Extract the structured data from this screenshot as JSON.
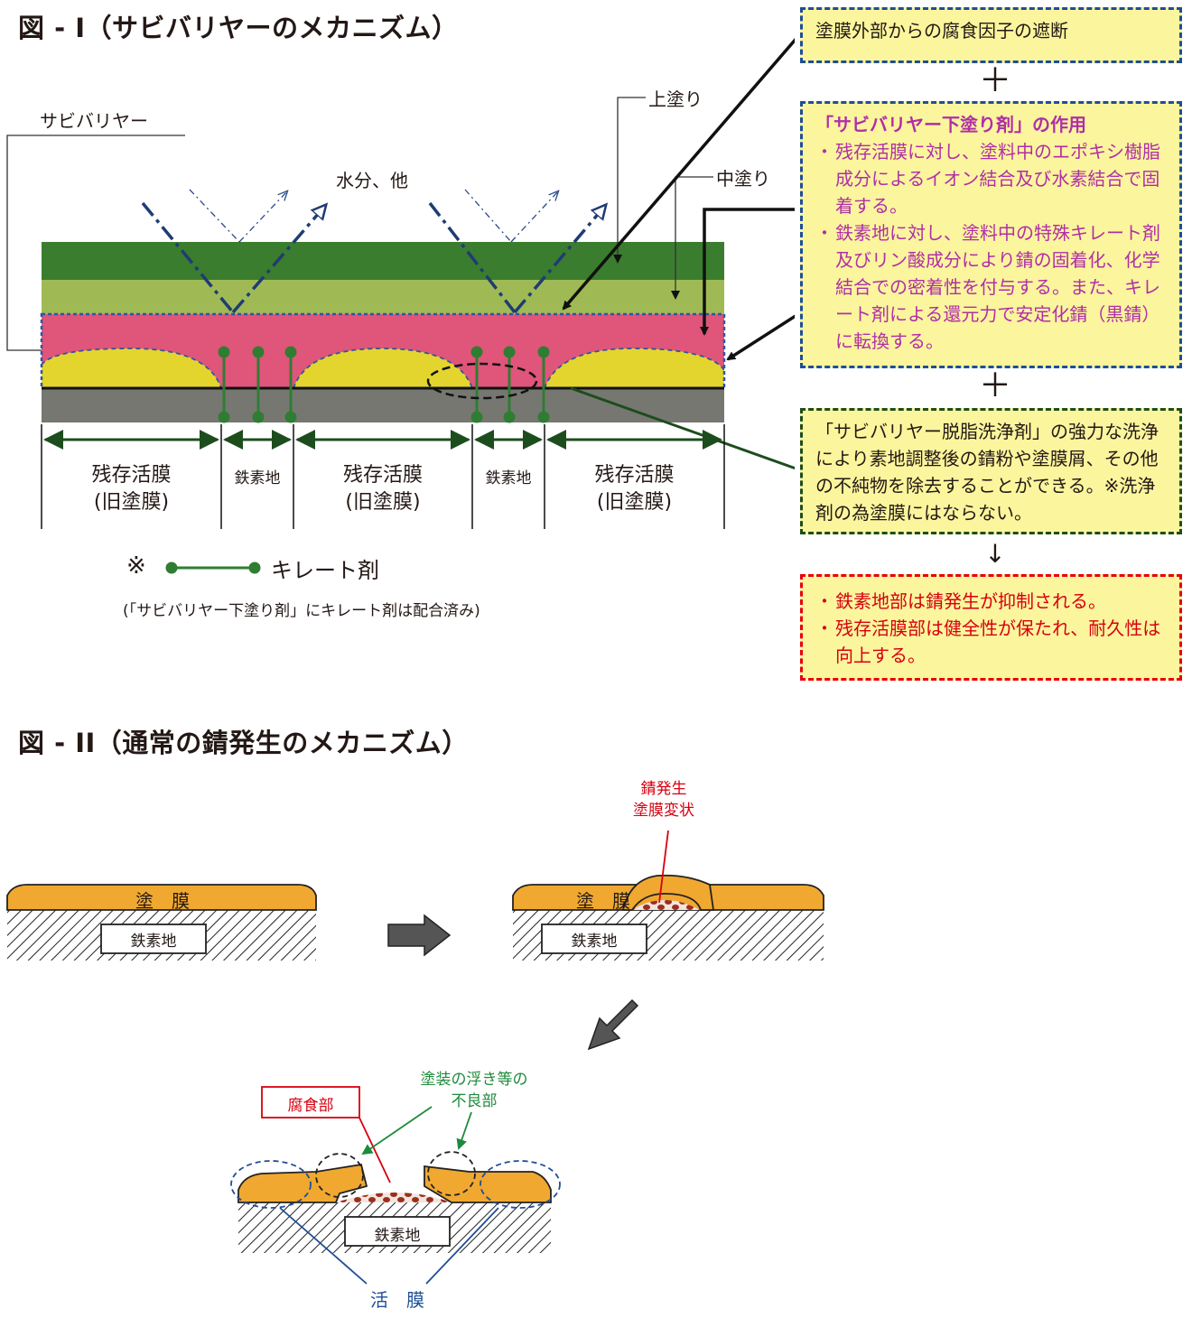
{
  "fig1": {
    "title": "図 - I（サビバリヤーのメカニズム）",
    "labels": {
      "sabibarrier": "サビバリヤー",
      "topcoat": "上塗り",
      "midcoat": "中塗り",
      "moisture": "水分、他"
    },
    "segments": [
      {
        "line1": "残存活膜",
        "line2": "(旧塗膜)"
      },
      {
        "line1": "鉄素地"
      },
      {
        "line1": "残存活膜",
        "line2": "(旧塗膜)"
      },
      {
        "line1": "鉄素地"
      },
      {
        "line1": "残存活膜",
        "line2": "(旧塗膜)"
      }
    ],
    "legend": {
      "mark": "※",
      "label": "キレート剤",
      "note": "(「サビバリヤー下塗り剤」にキレート剤は配合済み)"
    },
    "colors": {
      "topcoat": "#3a7d2e",
      "midcoat": "#9fba55",
      "sabibarrier": "#e0557a",
      "old_film": "#e3d52e",
      "steel": "#777772",
      "chelate": "#2f7d32"
    }
  },
  "boxes": {
    "shielding": "塗膜外部からの腐食因子の遮断",
    "plus": "＋",
    "primer": {
      "title": "「サビバリヤー下塗り剤」の作用",
      "items": [
        "残存活膜に対し、塗料中のエポキシ樹脂成分によるイオン結合及び水素結合で固着する。",
        "鉄素地に対し、塗料中の特殊キレート剤及びリン酸成分により錆の固着化、化学結合での密着性を付与する。また、キレート剤による還元力で安定化錆（黒錆）に転換する。"
      ]
    },
    "cleaner": "「サビバリヤー脱脂洗浄剤」の強力な洗浄により素地調整後の錆粉や塗膜屑、その他の不純物を除去することができる。※洗浄剤の為塗膜にはならない。",
    "down_arrow": "↓",
    "result": [
      "鉄素地部は錆発生が抑制される。",
      "残存活膜部は健全性が保たれ、耐久性は向上する。"
    ]
  },
  "fig2": {
    "title": "図 - II（通常の錆発生のメカニズム）",
    "coating": "塗　膜",
    "steel": "鉄素地",
    "rust_label": [
      "錆発生",
      "塗膜変状"
    ],
    "corrosion": "腐食部",
    "defect": [
      "塗装の浮き等の",
      "不良部"
    ],
    "active_film": "活　膜",
    "colors": {
      "coating": "#f0a830",
      "rust": "#9c2e1e",
      "label_red": "#d7000f",
      "label_green": "#1e8a3c",
      "label_blue": "#1f4e96"
    }
  }
}
